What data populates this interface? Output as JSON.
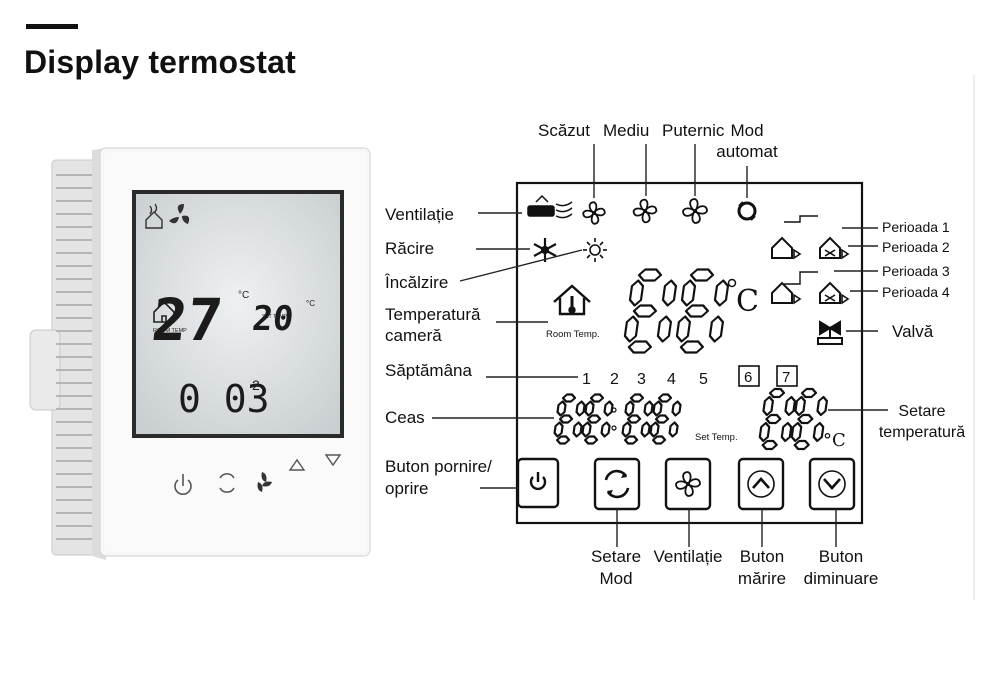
{
  "title": "Display termostat",
  "photo": {
    "room_temp": "27",
    "set_temp": "20",
    "unit": "°C",
    "room_label": "ROOM TEMP",
    "set_label": "SET TEMP",
    "clock": "0 03",
    "weekday": "2"
  },
  "lcd": {
    "room_temp_caption": "Room Temp.",
    "set_temp_caption": "Set Temp.",
    "unit": "°C",
    "week_days": [
      "1",
      "2",
      "3",
      "4",
      "5",
      "6",
      "7"
    ]
  },
  "labels": {
    "low": "Scăzut",
    "medium": "Mediu",
    "high": "Puternic",
    "auto_1": "Mod",
    "auto_2": "automat",
    "ventilation": "Ventilație",
    "cooling": "Răcire",
    "heating": "Încălzire",
    "room_temp_1": "Temperatură",
    "room_temp_2": "cameră",
    "week": "Săptămâna",
    "clock": "Ceas",
    "power_1": "Buton pornire/",
    "power_2": "oprire",
    "period_1": "Perioada 1",
    "period_2": "Perioada 2",
    "period_3": "Perioada 3",
    "period_4": "Perioada 4",
    "valve": "Valvă",
    "set_temp_1": "Setare",
    "set_temp_2": "temperatură",
    "mode_1": "Setare",
    "mode_2": "Mod",
    "fan_btn": "Ventilație",
    "up_1": "Buton",
    "up_2": "mărire",
    "down_1": "Buton",
    "down_2": "diminuare"
  }
}
